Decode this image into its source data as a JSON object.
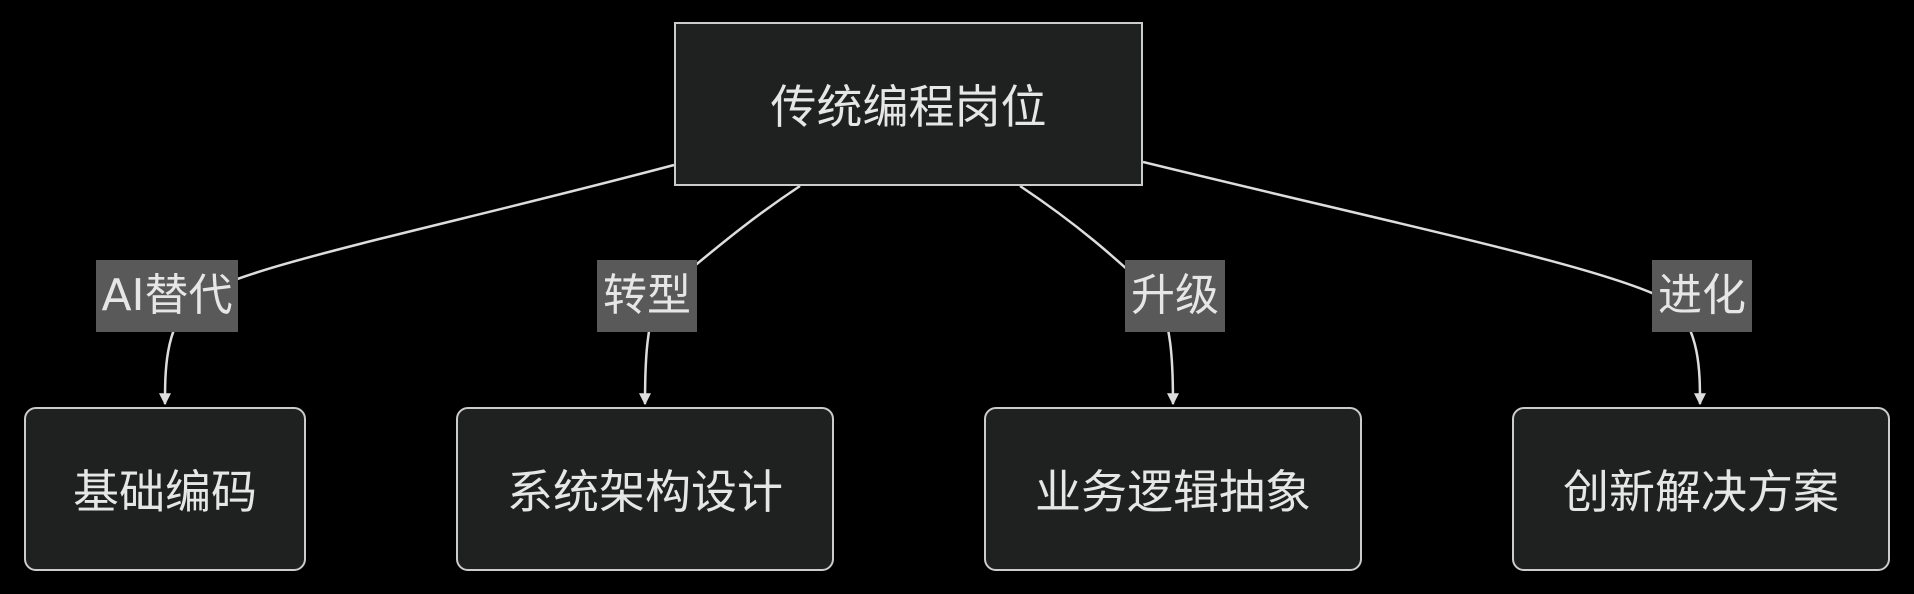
{
  "diagram": {
    "colors": {
      "background": "#000000",
      "node_fill": "#1f2020",
      "node_border": "#cccccc",
      "edge": "#dddddd",
      "label_fill": "#595959",
      "text": "#e6e6e6"
    },
    "root": {
      "label": "传统编程岗位"
    },
    "children": [
      {
        "label": "基础编码",
        "edge_label": "AI替代"
      },
      {
        "label": "系统架构设计",
        "edge_label": "转型"
      },
      {
        "label": "业务逻辑抽象",
        "edge_label": "升级"
      },
      {
        "label": "创新解决方案",
        "edge_label": "进化"
      }
    ]
  }
}
